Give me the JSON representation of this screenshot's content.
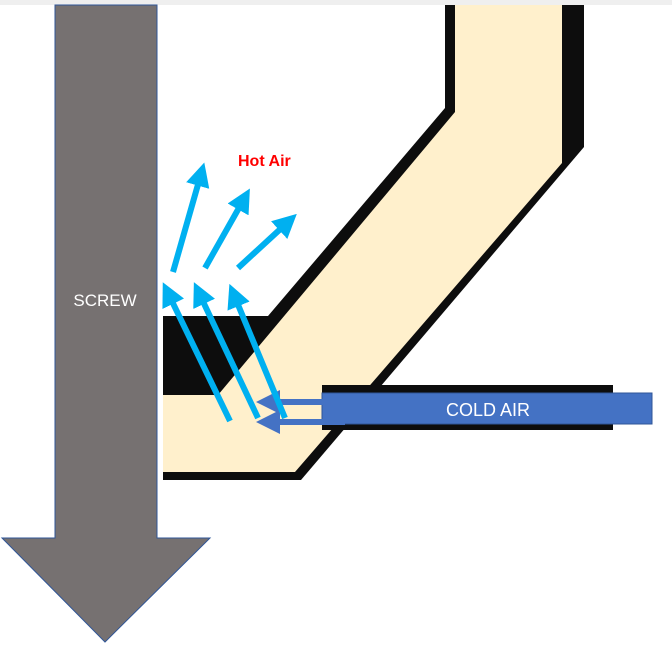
{
  "labels": {
    "screw": "SCREW",
    "hot_air": "Hot Air",
    "cold_air": "COLD AIR"
  },
  "colors": {
    "screw_fill": "#767171",
    "screw_outline": "#2F5597",
    "tube_fill": "#FFF0CC",
    "tube_wall": "#0D0D0D",
    "cold_air": "#4472C4",
    "hot_air_arrows": "#00B0F0",
    "hot_air_text": "#FF0000"
  }
}
